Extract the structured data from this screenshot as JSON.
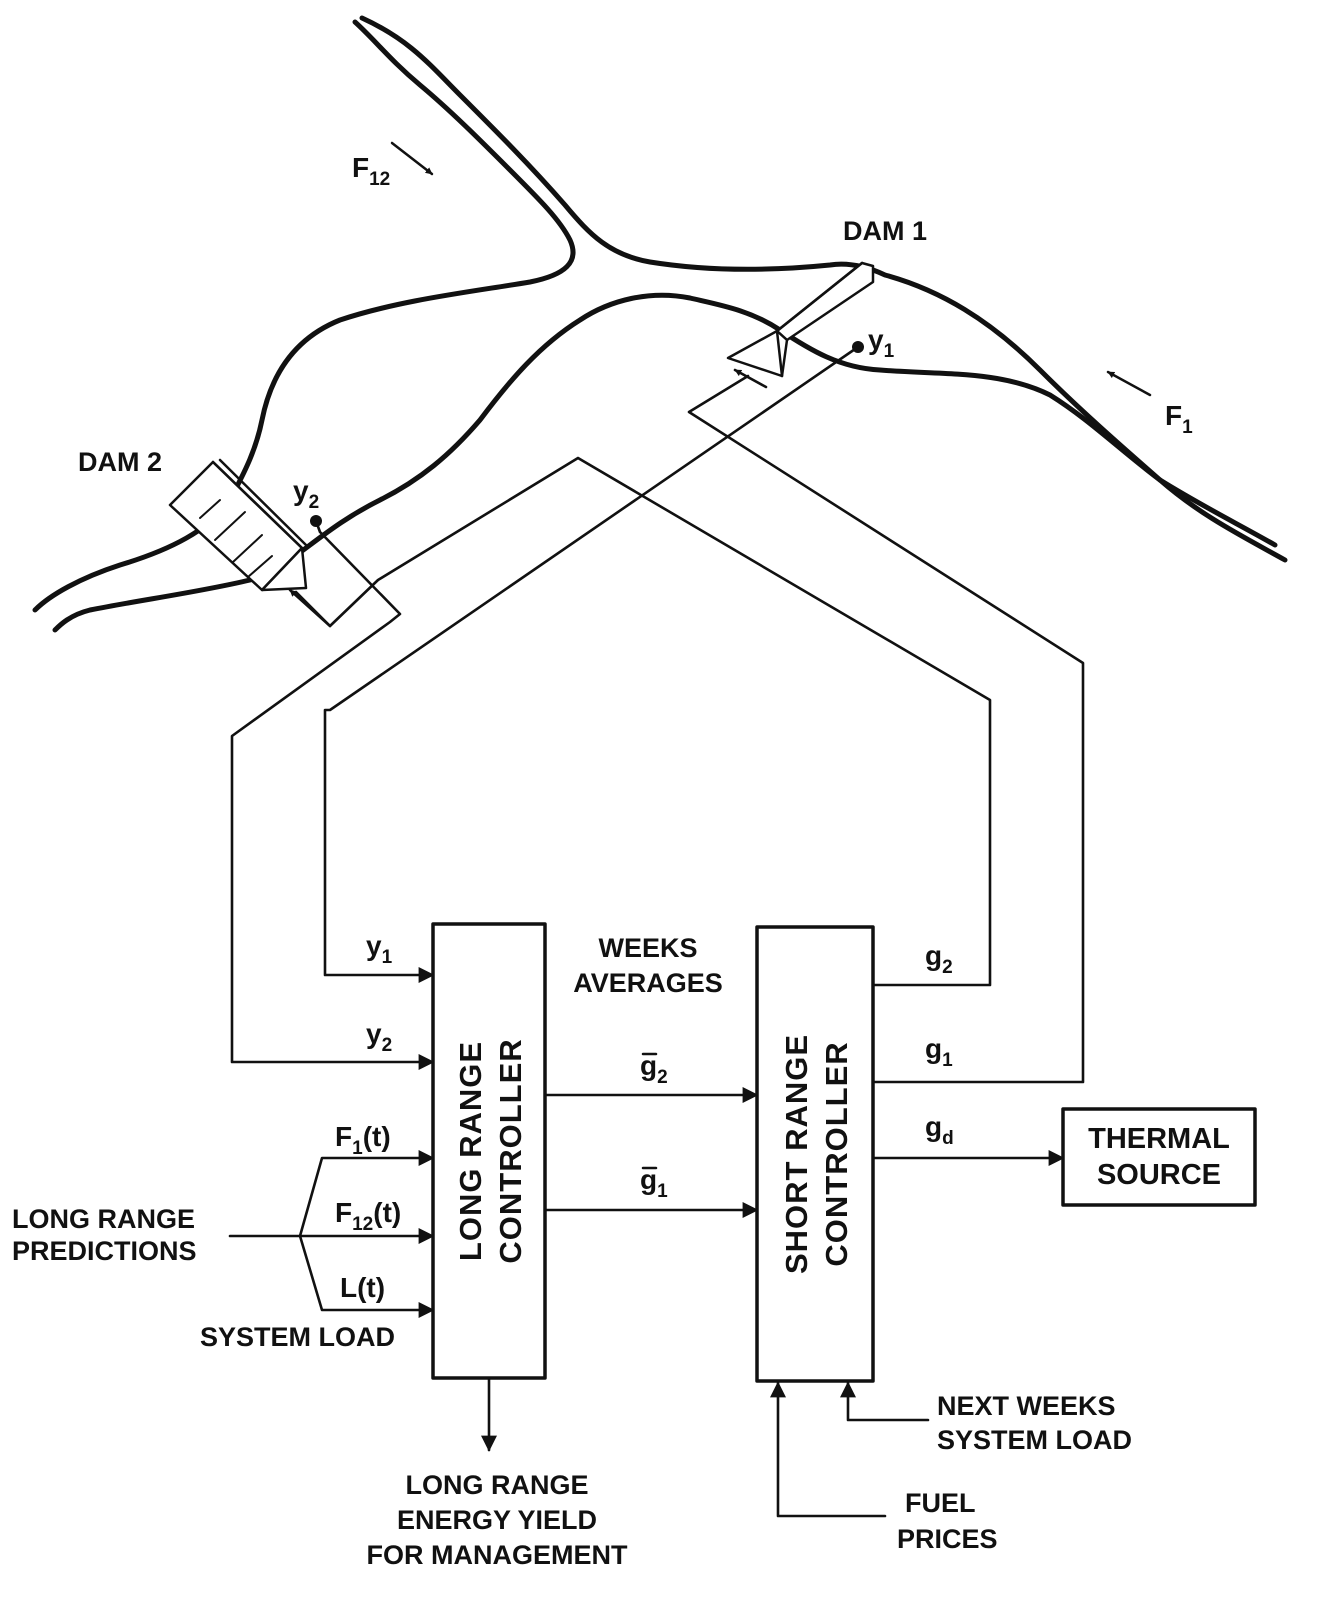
{
  "map": {
    "dam1_label": "DAM 1",
    "dam2_label": "DAM 2",
    "flow_f12": {
      "main": "F",
      "sub": "12"
    },
    "flow_f1": {
      "main": "F",
      "sub": "1"
    },
    "sensor_y1": {
      "main": "y",
      "sub": "1"
    },
    "sensor_y2": {
      "main": "y",
      "sub": "2"
    }
  },
  "long_range_controller": {
    "label": "LONG RANGE CONTROLLER",
    "line1": "LONG RANGE",
    "line2": "CONTROLLER",
    "inputs": {
      "y1": {
        "main": "y",
        "sub": "1"
      },
      "y2": {
        "main": "y",
        "sub": "2"
      },
      "f1": {
        "main": "F",
        "sub": "1",
        "tail": "(t)"
      },
      "f12": {
        "main": "F",
        "sub": "12",
        "tail": "(t)"
      },
      "lt": "L(t)"
    }
  },
  "weeks_averages": {
    "line1": "WEEKS",
    "line2": "AVERAGES"
  },
  "averages": {
    "g2bar": {
      "main": "g",
      "sub": "2"
    },
    "g1bar": {
      "main": "g",
      "sub": "1"
    }
  },
  "short_range_controller": {
    "label": "SHORT RANGE CONTROLLER",
    "line1": "SHORT RANGE",
    "line2": "CONTROLLER",
    "outputs": {
      "g2": {
        "main": "g",
        "sub": "2"
      },
      "g1": {
        "main": "g",
        "sub": "1"
      },
      "gd": {
        "main": "g",
        "sub": "d"
      }
    }
  },
  "thermal_source": {
    "line1": "THERMAL",
    "line2": "SOURCE"
  },
  "long_range_predictions": {
    "line1": "LONG RANGE",
    "line2": "PREDICTIONS"
  },
  "system_load": "SYSTEM LOAD",
  "energy_yield": {
    "line1": "LONG RANGE",
    "line2": "ENERGY YIELD",
    "line3": "FOR MANAGEMENT"
  },
  "next_weeks_load": {
    "line1": "NEXT WEEKS",
    "line2": "SYSTEM LOAD"
  },
  "fuel_prices": {
    "line1": "FUEL",
    "line2": "PRICES"
  }
}
